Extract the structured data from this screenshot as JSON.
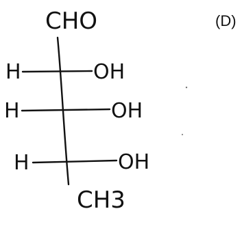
{
  "panel_label": "(D)",
  "top_group": "CHO",
  "rows": [
    {
      "left": "H",
      "right": "OH"
    },
    {
      "left": "H",
      "right": "OH"
    },
    {
      "left": "H",
      "right": "OH"
    }
  ],
  "bottom_group": "CH3"
}
